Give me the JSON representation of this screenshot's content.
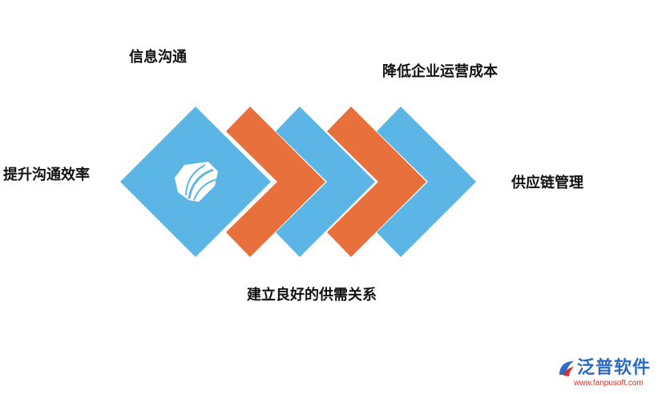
{
  "labels": {
    "top_left": "信息沟通",
    "top_right": "降低企业运营成本",
    "left": "提升沟通效率",
    "right": "供应链管理",
    "bottom": "建立良好的供需关系"
  },
  "colors": {
    "blue": "#5BB5E5",
    "orange": "#E7703C",
    "text": "#111111",
    "brand_blue": "#2C6BC0",
    "brand_red": "#D8302A"
  },
  "icons": {
    "center": "feather-logo-icon",
    "brand": "fanpu-logo-icon"
  },
  "brand": {
    "name": "泛普软件",
    "url": "www.fanpusoft.com"
  }
}
